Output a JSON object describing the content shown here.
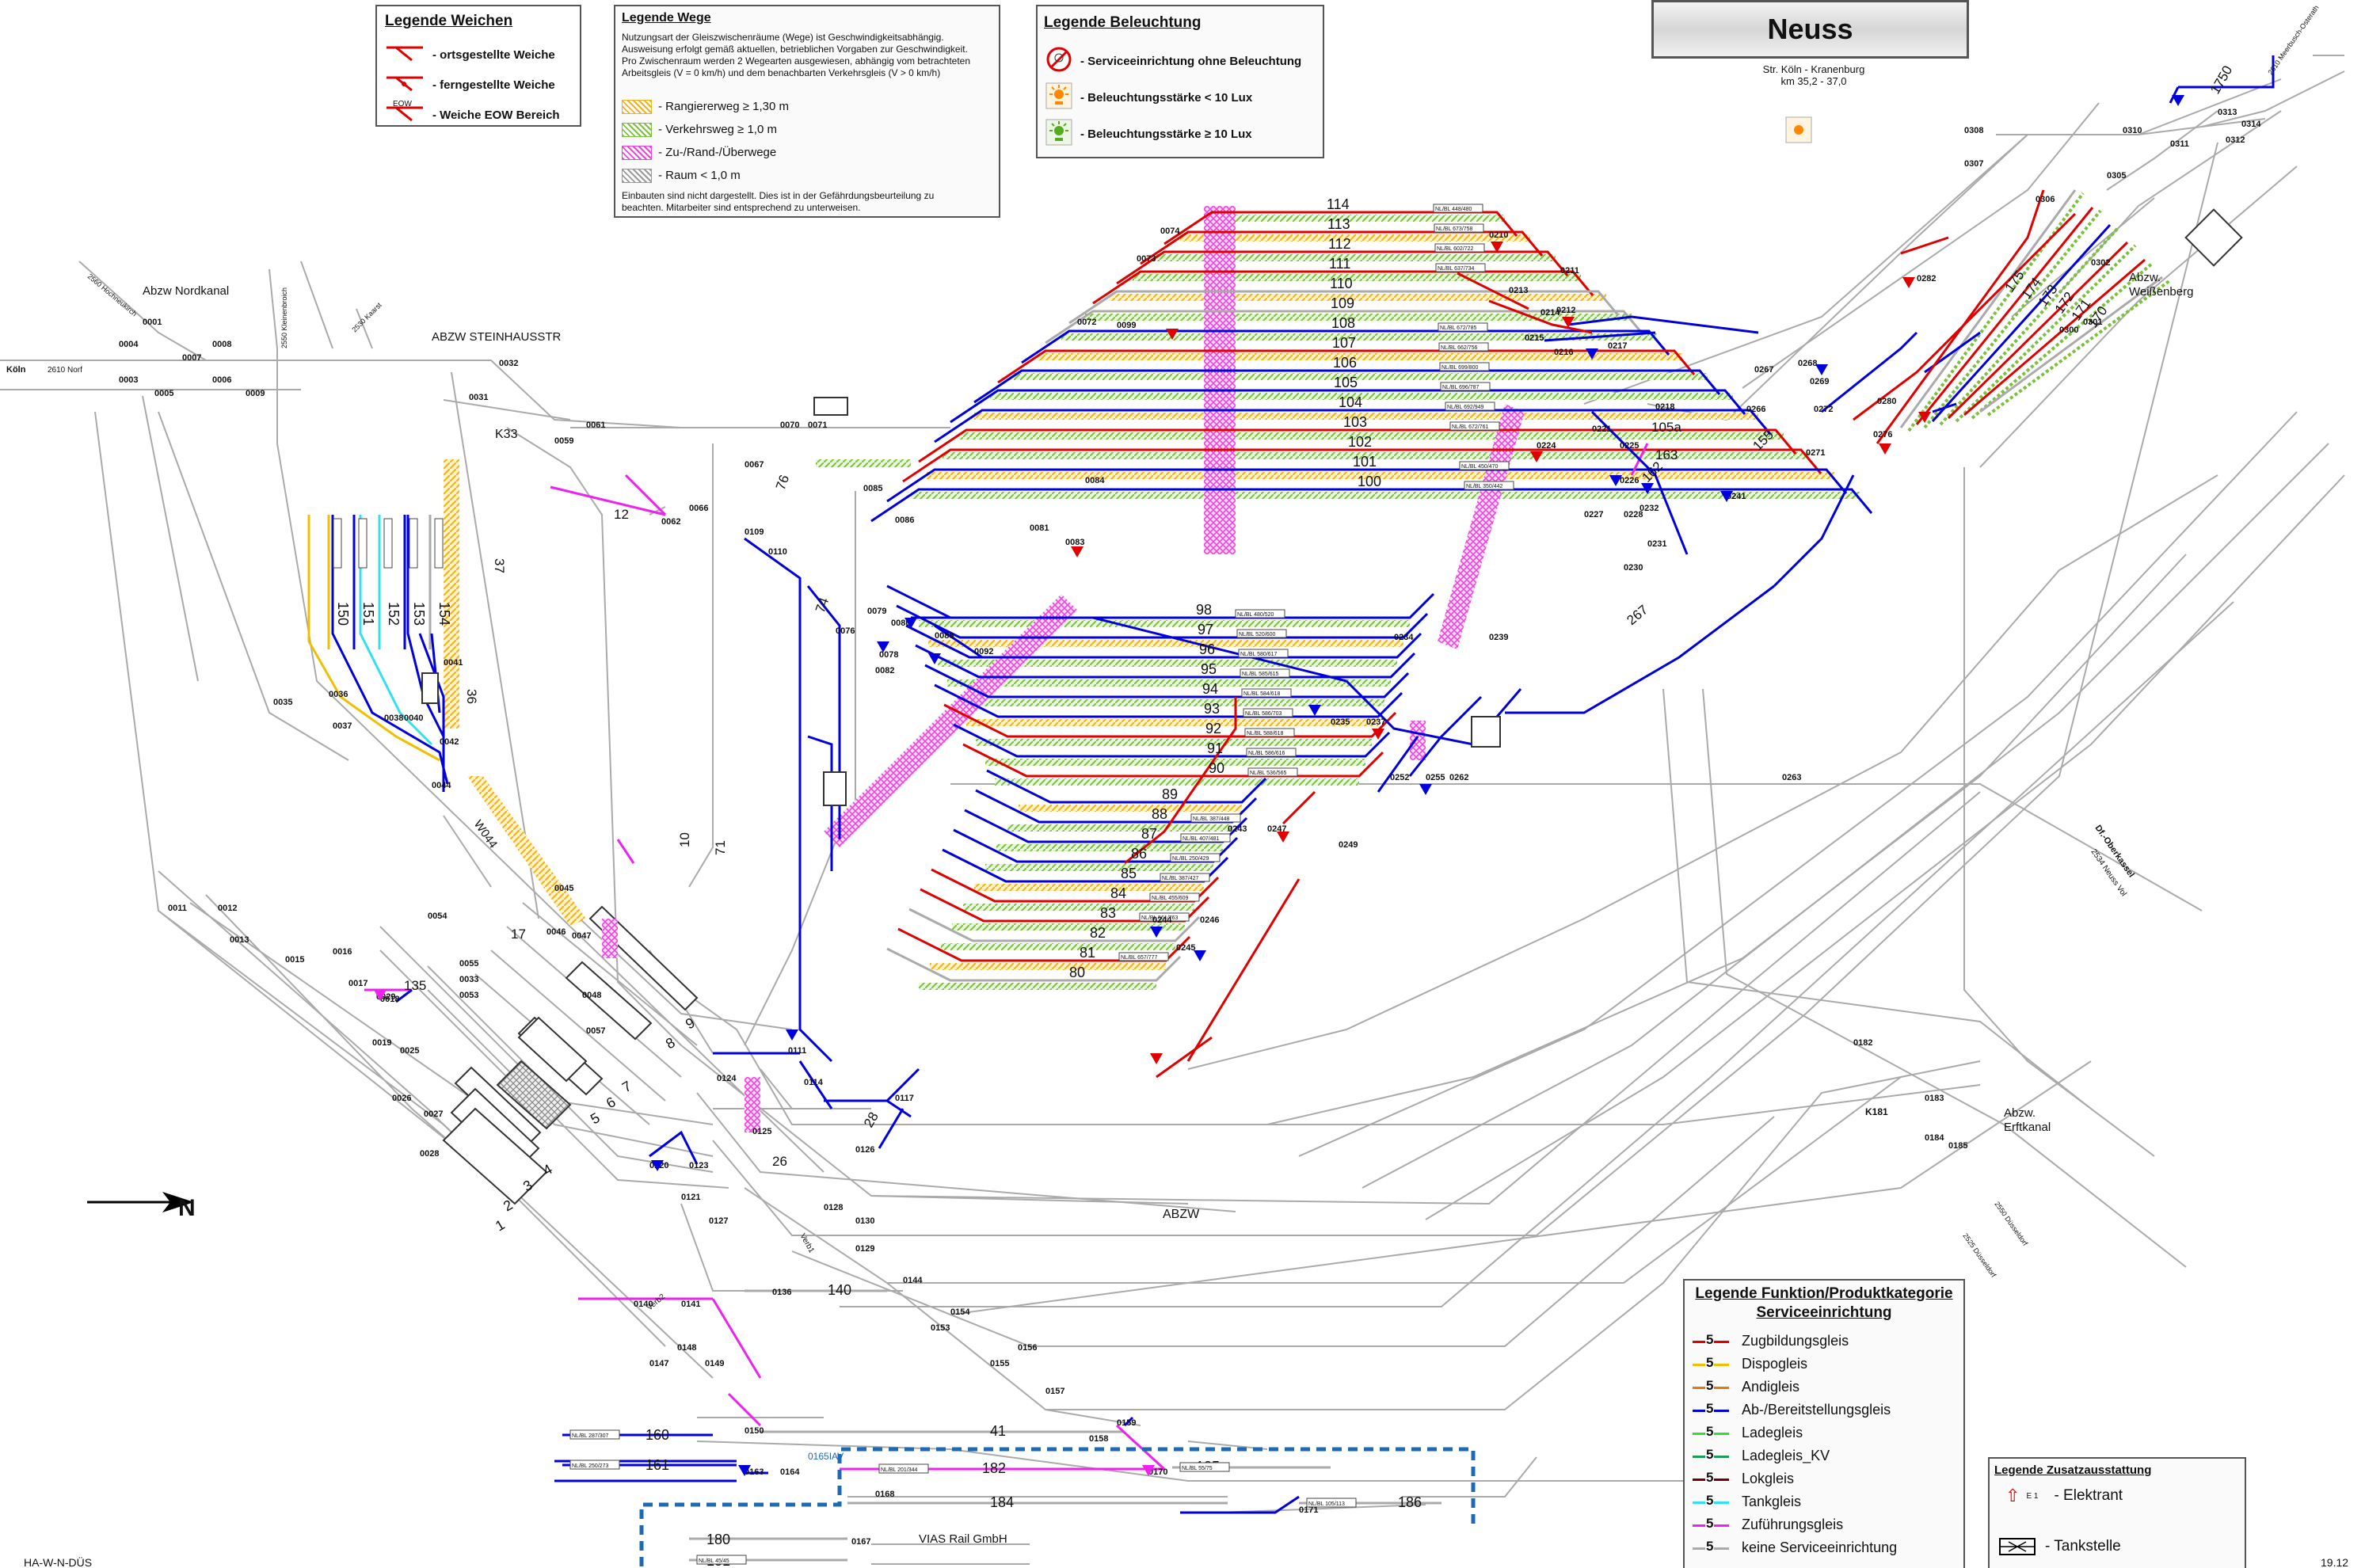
{
  "station": {
    "name": "Neuss",
    "line": "Str. Köln - Kranenburg",
    "km": "km 35,2 - 37,0"
  },
  "legend_weichen": {
    "title": "Legende Weichen",
    "items": [
      {
        "label": "- ortsgestellte Weiche",
        "color": "#e00000"
      },
      {
        "label": "- ferngestellte Weiche",
        "color": "#e00000"
      },
      {
        "label": "- Weiche EOW Bereich",
        "tag": "EOW",
        "color": "#e00000"
      }
    ]
  },
  "legend_wege": {
    "title": "Legende Wege",
    "intro": [
      "Nutzungsart der Gleiszwischenräume (Wege) ist Geschwindigkeitsabhängig.",
      "Ausweisung erfolgt gemäß aktuellen, betrieblichen Vorgaben zur Geschwindigkeit.",
      "Pro Zwischenraum werden 2 Wegearten ausgewiesen, abhängig vom betrachteten",
      "Arbeitsgleis (V = 0 km/h) und dem benachbarten Verkehrsgleis (V > 0 km/h)"
    ],
    "items": [
      {
        "label": "- Rangiererweg ≥ 1,30 m",
        "color": "#f0b020"
      },
      {
        "label": "- Verkehrsweg ≥ 1,0 m",
        "color": "#7cc040"
      },
      {
        "label": "- Zu-/Rand-/Überwege",
        "color": "#ee44dd"
      },
      {
        "label": "- Raum < 1,0 m",
        "color": "#999999"
      }
    ],
    "note": [
      "Einbauten sind nicht dargestellt. Dies ist in der Gefährdungsbeurteilung zu",
      "beachten. Mitarbeiter sind entsprechend zu unterweisen."
    ]
  },
  "legend_beleuchtung": {
    "title": "Legende Beleuchtung",
    "items": [
      {
        "label": "- Serviceeinrichtung ohne Beleuchtung",
        "color": "#e00000"
      },
      {
        "label": "- Beleuchtungsstärke < 10 Lux",
        "color": "#ff8800"
      },
      {
        "label": "- Beleuchtungsstärke ≥ 10 Lux",
        "color": "#55aa22"
      }
    ]
  },
  "legend_funktion": {
    "title": "Legende Funktion/Produktkategorie",
    "subtitle": "Serviceeinrichtung",
    "num": "5",
    "items": [
      {
        "label": "Zugbildungsgleis",
        "color": "#e00000"
      },
      {
        "label": "Dispogleis",
        "color": "#f0c000"
      },
      {
        "label": "Andigleis",
        "color": "#e07a10"
      },
      {
        "label": "Ab-/Bereitstellungsgleis",
        "color": "#0000dd"
      },
      {
        "label": "Ladegleis",
        "color": "#33dd33"
      },
      {
        "label": "Ladegleis_KV",
        "color": "#1f9a5a"
      },
      {
        "label": "Lokgleis",
        "color": "#6a0010"
      },
      {
        "label": "Tankgleis",
        "color": "#33e0ee"
      },
      {
        "label": "Zuführungsgleis",
        "color": "#ee22ee"
      },
      {
        "label": "keine Serviceeinrichtung",
        "color": "#aaaaaa"
      }
    ]
  },
  "legend_zusatz": {
    "title": "Legende Zusatzausstattung",
    "items": [
      {
        "tag": "E 1",
        "label": "- Elektrant"
      },
      {
        "label": "- Tankstelle"
      }
    ]
  },
  "places": {
    "north": "N",
    "abzw_nordkanal": "Abzw Nordkanal",
    "abzw_steinhaus": "ABZW STEINHAUSSTR",
    "abzw_weissenberg_1": "Abzw.",
    "abzw_weissenberg_2": "Weißenberg",
    "abzw_erftkanal_1": "Abzw.",
    "abzw_erftkanal_2": "Erftkanal",
    "abzw_mid": "ABZW",
    "koeln": "Köln",
    "norf": "2610 Norf",
    "vias": "VIAS Rail GmbH",
    "k33": "K33",
    "k181": "K181",
    "w044": "W044",
    "verb1": "Verb1",
    "verb2": "Verb2",
    "vertical_left": "2550 Kleinenbroich",
    "kaarst": "2530 Kaarst",
    "hochneukirch": "2560 Hochneukirch",
    "dusseldorf_a": "2550 Düsseldorf",
    "dusseldorf_b": "2525 Düsseldorf",
    "oberkassel": "Df.-Oberkassel",
    "neuss_vol": "2534 Neuss Vol",
    "meerbusch": "2610 Meerbusch-Osterath",
    "footer_left": "HA-W-N-DÜS",
    "footer_right": "19.12"
  },
  "fan_tracks": [
    {
      "n": "114",
      "c": "#e00000",
      "tag": "NL/BL 448/480"
    },
    {
      "n": "113",
      "c": "#e00000",
      "tag": "NL/BL 673/758"
    },
    {
      "n": "112",
      "c": "#e00000",
      "tag": "NL/BL 602/722"
    },
    {
      "n": "111",
      "c": "#e00000",
      "tag": "NL/BL 637/734"
    },
    {
      "n": "110",
      "c": "#aaaaaa",
      "tag": ""
    },
    {
      "n": "109",
      "c": "#aaaaaa",
      "tag": ""
    },
    {
      "n": "108",
      "c": "#0000dd",
      "tag": "NL/BL 672/785"
    },
    {
      "n": "107",
      "c": "#e00000",
      "tag": "NL/BL 662/756"
    },
    {
      "n": "106",
      "c": "#0000dd",
      "tag": "NL/BL 699/800"
    },
    {
      "n": "105",
      "c": "#0000dd",
      "tag": "NL/BL 696/787"
    },
    {
      "n": "104",
      "c": "#0000dd",
      "tag": "NL/BL 692/949"
    },
    {
      "n": "103",
      "c": "#e00000",
      "tag": "NL/BL 672/761"
    },
    {
      "n": "102",
      "c": "#e00000",
      "tag": ""
    },
    {
      "n": "101",
      "c": "#0000dd",
      "tag": "NL/BL 450/470"
    },
    {
      "n": "100",
      "c": "#0000dd",
      "tag": "NL/BL 350/442"
    }
  ],
  "yard_tracks": [
    {
      "n": "98",
      "c": "#0000dd",
      "tag": "NL/BL 480/520"
    },
    {
      "n": "97",
      "c": "#0000dd",
      "tag": "NL/BL 520/600"
    },
    {
      "n": "96",
      "c": "#0000dd",
      "tag": "NL/BL 580/617"
    },
    {
      "n": "95",
      "c": "#0000dd",
      "tag": "NL/BL 585/615"
    },
    {
      "n": "94",
      "c": "#0000dd",
      "tag": "NL/BL 584/618"
    },
    {
      "n": "93",
      "c": "#0000dd",
      "tag": "NL/BL 586/703"
    },
    {
      "n": "92",
      "c": "#e00000",
      "tag": "NL/BL 588/618"
    },
    {
      "n": "91",
      "c": "#0000dd",
      "tag": "NL/BL 586/616"
    },
    {
      "n": "90",
      "c": "#e00000",
      "tag": "NL/BL 536/565"
    },
    {
      "n": "89",
      "c": "#0000dd",
      "tag": ""
    },
    {
      "n": "88",
      "c": "#0000dd",
      "tag": "NL/BL 387/448"
    },
    {
      "n": "87",
      "c": "#0000dd",
      "tag": "NL/BL 407/481"
    },
    {
      "n": "86",
      "c": "#0000dd",
      "tag": "NL/BL 250/429"
    },
    {
      "n": "85",
      "c": "#0000dd",
      "tag": "NL/BL 387/427"
    },
    {
      "n": "84",
      "c": "#e00000",
      "tag": "NL/BL 455/609"
    },
    {
      "n": "83",
      "c": "#e00000",
      "tag": "NL/BL 561/763"
    },
    {
      "n": "82",
      "c": "#aaaaaa",
      "tag": ""
    },
    {
      "n": "81",
      "c": "#e00000",
      "tag": "NL/BL 657/777"
    },
    {
      "n": "80",
      "c": "#aaaaaa",
      "tag": ""
    }
  ],
  "ne_tracks": [
    {
      "n": "175",
      "c": "#aaaaaa"
    },
    {
      "n": "174",
      "c": "#e00000"
    },
    {
      "n": "173",
      "c": "#0000dd"
    },
    {
      "n": "172",
      "c": "#e00000"
    },
    {
      "n": "171",
      "c": "#e00000"
    },
    {
      "n": "170",
      "c": "#aaaaaa"
    }
  ],
  "left_tracks": [
    {
      "n": "150",
      "c": "#f0c000"
    },
    {
      "n": "151",
      "c": "#0000dd"
    },
    {
      "n": "152",
      "c": "#33e0ee"
    },
    {
      "n": "153",
      "c": "#0000dd"
    },
    {
      "n": "154",
      "c": "#aaaaaa"
    }
  ],
  "bottom_tracks": [
    {
      "n": "160",
      "c": "#0000dd",
      "tag": "NL/BL 287/307"
    },
    {
      "n": "161",
      "c": "#0000dd",
      "tag": "NL/BL 250/273"
    },
    {
      "n": "182",
      "c": "#ee22ee",
      "tag": "NL/BL 201/344"
    },
    {
      "n": "184",
      "c": "#aaaaaa",
      "tag": ""
    },
    {
      "n": "185",
      "c": "#aaaaaa",
      "tag": "NL/BL 55/75"
    },
    {
      "n": "186",
      "c": "#aaaaaa",
      "tag": "NL/BL 105/113"
    },
    {
      "n": "180",
      "c": "#aaaaaa",
      "tag": ""
    },
    {
      "n": "181",
      "c": "#aaaaaa",
      "tag": "NL/BL 45/45"
    },
    {
      "n": "41",
      "c": "#aaaaaa",
      "tag": ""
    },
    {
      "n": "140",
      "c": "#aaaaaa",
      "tag": ""
    }
  ],
  "main_tracks": [
    "1",
    "2",
    "3",
    "4",
    "5",
    "6",
    "7",
    "8",
    "9"
  ],
  "switch_labels": [
    "0001",
    "0003",
    "0004",
    "0005",
    "0006",
    "0007",
    "0008",
    "0009",
    "0011",
    "0012",
    "0013",
    "0015",
    "0016",
    "0017",
    "0018",
    "0019",
    "0025",
    "0026",
    "0027",
    "0028",
    "0029",
    "0031",
    "0032",
    "0033",
    "0035",
    "0036",
    "0037",
    "0038",
    "0040",
    "0041",
    "0042",
    "0044",
    "0045",
    "0046",
    "0047",
    "0048",
    "0053",
    "0054",
    "0055",
    "0057",
    "0059",
    "0061",
    "0062",
    "0066",
    "0067",
    "0070",
    "0071",
    "0072",
    "0073",
    "0074",
    "0076",
    "0078",
    "0079",
    "0080",
    "0081",
    "0082",
    "0083",
    "0084",
    "0085",
    "0086",
    "0088",
    "0092",
    "0099",
    "0109",
    "0110",
    "0111",
    "0114",
    "0117",
    "0120",
    "0121",
    "0123",
    "0124",
    "0125",
    "0126",
    "0127",
    "0128",
    "0129",
    "0130",
    "0136",
    "0140",
    "0141",
    "0144",
    "0147",
    "0148",
    "0149",
    "0150",
    "0153",
    "0154",
    "0155",
    "0156",
    "0157",
    "0158",
    "0159",
    "0163",
    "0164",
    "0167",
    "0168",
    "0170",
    "0171",
    "0182",
    "0183",
    "0184",
    "0185",
    "0210",
    "0211",
    "0212",
    "0213",
    "0214",
    "0215",
    "0216",
    "0217",
    "0218",
    "0221",
    "0224",
    "0225",
    "0226",
    "0227",
    "0228",
    "0230",
    "0231",
    "0232",
    "0234",
    "0235",
    "0237",
    "0239",
    "0241",
    "0243",
    "0244",
    "0245",
    "0246",
    "0247",
    "0249",
    "0252",
    "0255",
    "0262",
    "0263",
    "0266",
    "0267",
    "0268",
    "0269",
    "0271",
    "0272",
    "0276",
    "0280",
    "0282",
    "0300",
    "0301",
    "0302",
    "0305",
    "0306",
    "0307",
    "0308",
    "0310",
    "0311",
    "0312",
    "0313",
    "0314"
  ],
  "misc_labels": {
    "t76": "76",
    "t74": "74",
    "t12": "12",
    "t135": "135",
    "t26": "26",
    "t28": "28",
    "t10": "10",
    "t71": "71",
    "t36": "36",
    "t37": "37",
    "t17": "17",
    "t155": "155",
    "t162": "162",
    "t163": "163",
    "t105a": "105a",
    "t267": "267",
    "t1750": "1750",
    "t0165": "0165IAV"
  }
}
